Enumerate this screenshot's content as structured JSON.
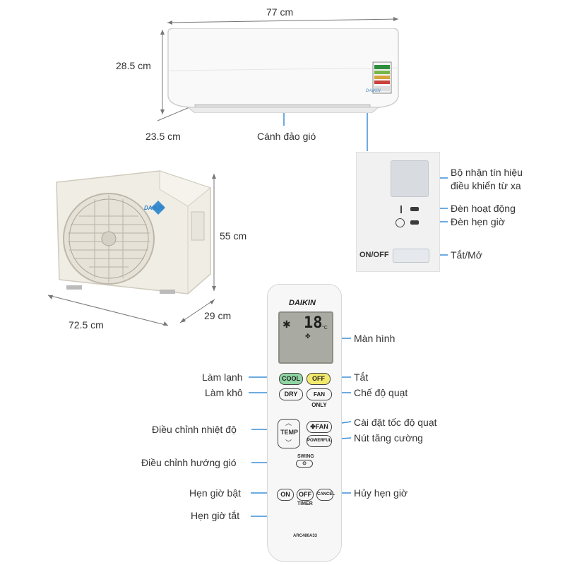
{
  "dimensions": {
    "indoor_width": "77 cm",
    "indoor_height": "28.5 cm",
    "indoor_depth": "23.5 cm",
    "outdoor_height": "55 cm",
    "outdoor_depth": "29 cm",
    "outdoor_width": "72.5 cm"
  },
  "indoor": {
    "louver_label": "Cánh đảo gió",
    "brand": "DAIKIN"
  },
  "panel": {
    "receiver_label_line1": "Bộ nhận tín hiệu",
    "receiver_label_line2": "điều khiển từ xa",
    "operation_lamp_label": "Đèn hoạt động",
    "timer_lamp_label": "Đèn hẹn giờ",
    "onoff_text": "ON/OFF",
    "onoff_label": "Tắt/Mở"
  },
  "outdoor": {
    "brand": "DAIKIN"
  },
  "remote": {
    "brand": "DAIKIN",
    "display_temp": "18",
    "display_unit": "°C",
    "model": "ARC480A33",
    "buttons": {
      "cool": "COOL",
      "off": "OFF",
      "dry": "DRY",
      "fan_only": "FAN ONLY",
      "temp": "TEMP",
      "fan": "FAN",
      "powerful": "POWERFUL",
      "swing": "SWING",
      "on": "ON",
      "timer_off": "OFF",
      "cancel": "CANCEL",
      "timer": "TIMER"
    },
    "labels": {
      "screen": "Màn hình",
      "cool": "Làm lạnh",
      "off": "Tắt",
      "dry": "Làm khô",
      "fan_only": "Chế độ quạt",
      "temp": "Điều chỉnh nhiệt độ",
      "fan_speed": "Cài đặt tốc độ quạt",
      "powerful": "Nút tăng cường",
      "swing": "Điều chỉnh hướng gió",
      "timer_on": "Hẹn giờ bật",
      "timer_cancel": "Hủy hẹn giờ",
      "timer_off": "Hẹn giờ tắt"
    }
  },
  "colors": {
    "cool_button": "#8fd6a3",
    "off_button": "#f2ea6c",
    "leader_line": "#3d8fd6",
    "body_white": "#f7f7f7"
  }
}
